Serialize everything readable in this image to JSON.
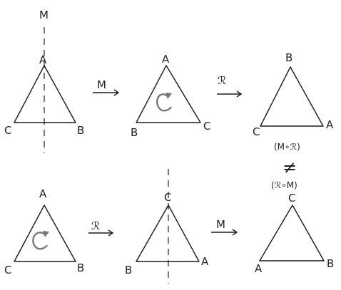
{
  "axis_label": "M",
  "row1": {
    "tri1": {
      "top": "A",
      "left": "C",
      "right": "B"
    },
    "op1": "M",
    "tri2": {
      "top": "A",
      "left": "B",
      "right": "C"
    },
    "op2": "ℛ",
    "tri3": {
      "top": "B",
      "left": "C",
      "right": "A"
    },
    "note": "(M∘ℛ)"
  },
  "not_equal": "≠",
  "row2": {
    "note": "(ℛ∘M)",
    "tri1": {
      "top": "A",
      "left": "C",
      "right": "B"
    },
    "op1": "ℛ",
    "tri2": {
      "top": "C",
      "left": "B",
      "right": "A"
    },
    "op2": "M",
    "tri3": {
      "top": "C",
      "left": "A",
      "right": "B"
    }
  }
}
